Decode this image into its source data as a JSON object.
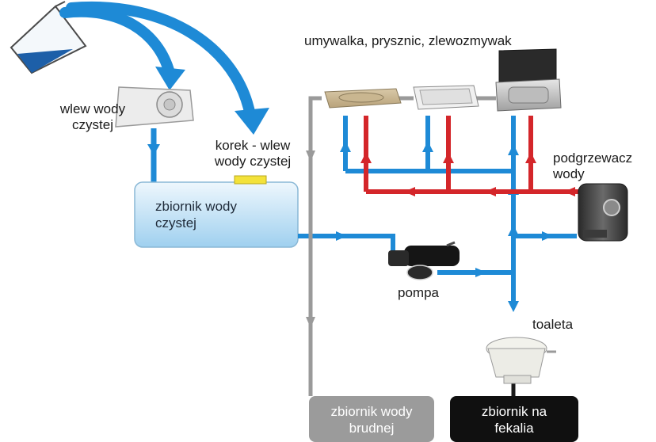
{
  "labels": {
    "inlet": [
      "wlew wody",
      "czystej"
    ],
    "cap": [
      "korek - wlew",
      "wody czystej"
    ],
    "fixtures": "umywalka, prysznic, zlewozmywak",
    "heater": [
      "podgrzewacz",
      "wody"
    ],
    "pump": "pompa",
    "toilet": "toaleta"
  },
  "tanks": {
    "clean": [
      "zbiornik wody",
      "czystej"
    ],
    "grey": [
      "zbiornik wody",
      "brudnej"
    ],
    "black": [
      "zbiornik na",
      "fekalia"
    ]
  },
  "colors": {
    "cold": "#1e8ad6",
    "hot": "#d4262a",
    "grey": "#9a9a9a",
    "cap": "#f3e23a",
    "water": "#1d5fa8",
    "tank_clean_top": "#eaf5fc",
    "tank_clean_bottom": "#a8d4f0",
    "tank_grey": "#9b9b9b",
    "tank_black": "#101010"
  }
}
